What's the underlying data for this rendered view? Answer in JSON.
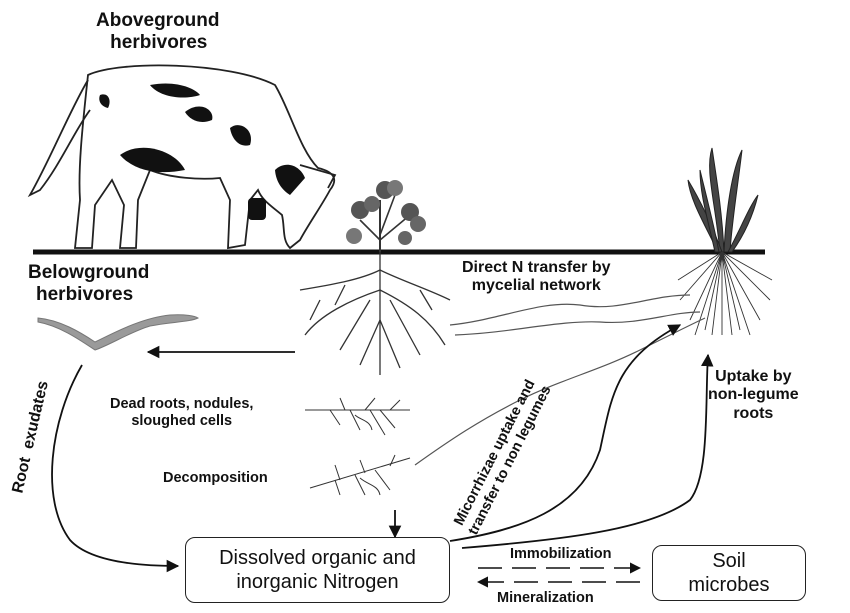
{
  "labels": {
    "aboveground": [
      "Aboveground",
      "herbivores"
    ],
    "belowground": [
      "Belowground",
      "herbivores"
    ],
    "direct_transfer": [
      "Direct N transfer by",
      "mycelial network"
    ],
    "root_exudates": "Root  exudates",
    "dead_roots": [
      "Dead roots, nodules,",
      "sloughed cells"
    ],
    "decomposition": "Decomposition",
    "micorrhizae": [
      "Micorrhizae uptake and",
      "transfer to non legumes"
    ],
    "uptake": [
      "Uptake by",
      "non-legume",
      "roots"
    ],
    "immobilization": "Immobilization",
    "mineralization": "Mineralization"
  },
  "boxes": {
    "nitrogen": [
      "Dissolved organic and",
      "inorganic Nitrogen"
    ],
    "microbes": [
      "Soil",
      "microbes"
    ]
  },
  "colors": {
    "ink": "#111111",
    "ground_line": "#111111",
    "leaf": "#555555",
    "worm": "#9a9a9a"
  },
  "icons": [
    "cow-icon",
    "clover-plant-icon",
    "grass-plant-icon",
    "earthworm-icon"
  ]
}
